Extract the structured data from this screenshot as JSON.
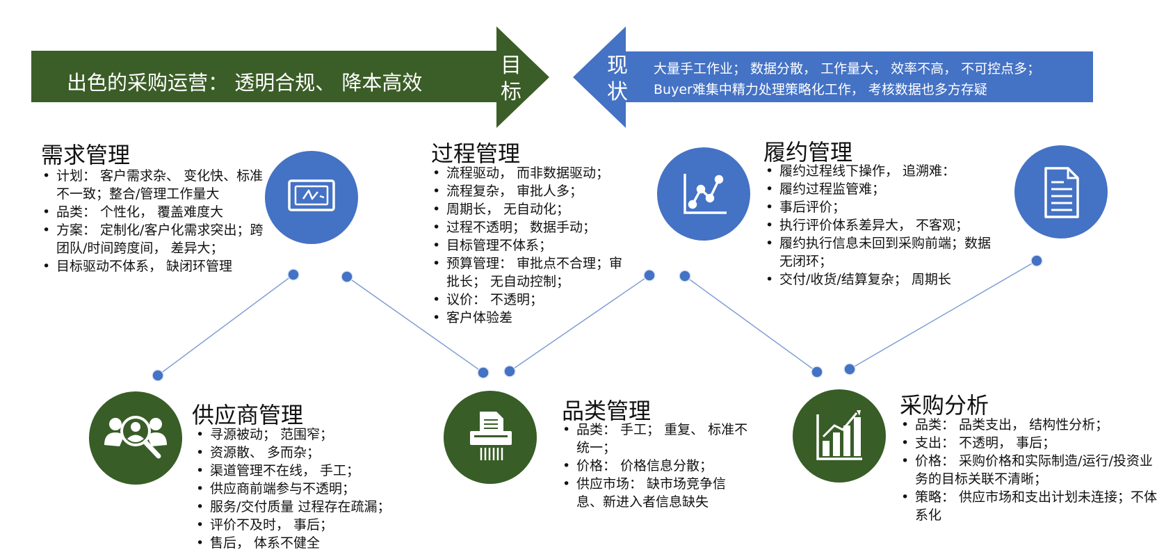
{
  "goal_banner": {
    "text": "出色的采购运营：  透明合规、  降本高效",
    "arrow_label": "目\n标",
    "color": "#3b5d27"
  },
  "status_banner": {
    "arrow_label": "现\n状",
    "line1": "大量手工作业；  数据分散，  工作量大，  效率不高，  不可控点多；",
    "line2": "Buyer难集中精力处理策略化工作，  考核数据也多方存疑",
    "color": "#4472c4"
  },
  "colors": {
    "blue": "#4472c4",
    "green": "#385d27",
    "line": "#7f9fd4"
  },
  "areas": [
    {
      "id": "demand",
      "title": "需求管理",
      "icon": "whiteboard-icon",
      "color": "blue",
      "items": [
        "计划：  客户需求杂、  变化快、标准不一致；整合/管理工作量大",
        "品类：  个性化，  覆盖难度大",
        "方案：  定制化/客户化需求突出；跨团队/时间跨度间，  差异大；",
        " 目标驱动不体系，  缺闭环管理"
      ]
    },
    {
      "id": "supplier",
      "title": "供应商管理",
      "icon": "supplier-search-icon",
      "color": "green",
      "items": [
        "寻源被动；  范围窄；",
        "资源散、  多而杂；",
        "渠道管理不在线，  手工；",
        " 供应商前端参与不透明；",
        "服务/交付质量 过程存在疏漏；",
        "评价不及时，  事后；",
        "售后，  体系不健全"
      ]
    },
    {
      "id": "process",
      "title": "过程管理",
      "icon": "",
      "color": "blue",
      "items": [
        "流程驱动，  而非数据驱动；",
        "流程复杂，  审批人多；",
        "周期长，  无自动化；",
        "过程不透明；  数据手动；",
        " 目标管理不体系；",
        "预算管理：  审批点不合理；审批长；  无自动控制；",
        "议价：  不透明；",
        " 客户体验差"
      ]
    },
    {
      "id": "category",
      "title": "品类管理",
      "icon": "shredder-icon",
      "color": "green",
      "items": [
        "品类：  手工；  重复、  标准不统一；",
        "价格：  价格信息分散；",
        "供应市场：  缺市场竞争信息、新进入者信息缺失"
      ]
    },
    {
      "id": "fulfillment",
      "title": "履约管理",
      "icon": "line-chart-icon",
      "color": "blue",
      "items": [
        "履约过程线下操作，  追溯难：",
        " 履约过程监管难；",
        "事后评价；",
        "执行评价体系差异大，  不客观；",
        " 履约执行信息未回到采购前端；数据无闭环；",
        "交付/收货/结算复杂；  周期长"
      ]
    },
    {
      "id": "analysis",
      "title": "采购分析",
      "icon": "bar-chart-icon",
      "color": "green",
      "items": [
        "品类：  品类支出，  结构性分析；",
        "支出：  不透明，  事后；",
        " 价格：  采购价格和实际制造/运行/投资业务的目标关联不清晰；",
        "策略：  供应市场和支出计划未连接；不体系化"
      ]
    },
    {
      "id": "document",
      "title": "",
      "icon": "document-icon",
      "color": "blue",
      "items": []
    }
  ]
}
